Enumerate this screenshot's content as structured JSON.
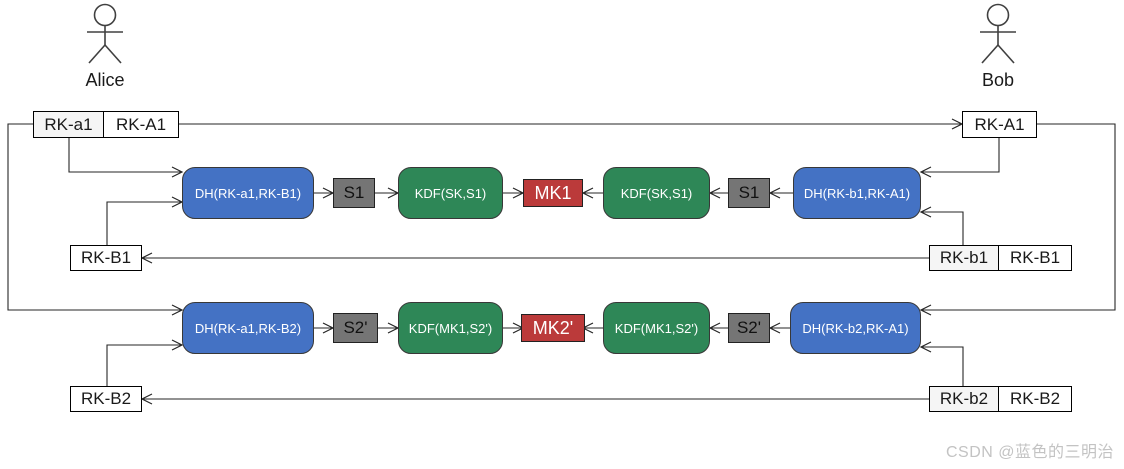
{
  "actors": {
    "alice": "Alice",
    "bob": "Bob"
  },
  "watermark": "CSDN @蓝色的三明治",
  "colors": {
    "dh_blue": "#4472C4",
    "kdf_green": "#2E8757",
    "mk_red": "#BB3A3A",
    "s_gray": "#757575",
    "cell_shaded": "#F5F5F5",
    "line": "#262626"
  },
  "row1": {
    "alice_keys": {
      "private": "RK-a1",
      "public": "RK-A1"
    },
    "bob_received_key": "RK-A1",
    "dh_left": "DH(RK-a1,RK-B1)",
    "s_left": "S1",
    "kdf_left": "KDF(SK,S1)",
    "mk": "MK1",
    "kdf_right": "KDF(SK,S1)",
    "s_right": "S1",
    "dh_right": "DH(RK-b1,RK-A1)",
    "alice_received_key": "RK-B1",
    "bob_keys": {
      "private": "RK-b1",
      "public": "RK-B1"
    }
  },
  "row2": {
    "dh_left": "DH(RK-a1,RK-B2)",
    "s_left": "S2'",
    "kdf_left": "KDF(MK1,S2')",
    "mk": "MK2'",
    "kdf_right": "KDF(MK1,S2')",
    "s_right": "S2'",
    "dh_right": "DH(RK-b2,RK-A1)",
    "alice_received_key": "RK-B2",
    "bob_keys": {
      "private": "RK-b2",
      "public": "RK-B2"
    }
  }
}
